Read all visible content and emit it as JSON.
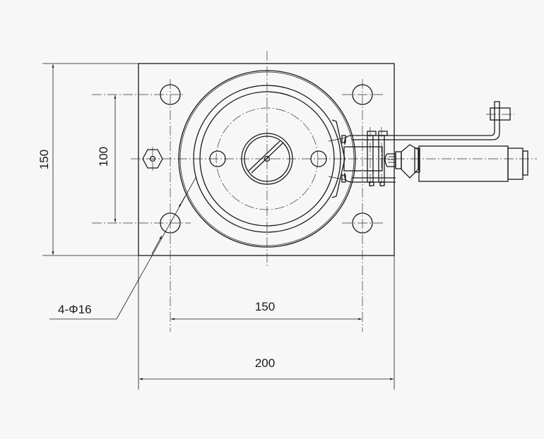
{
  "dimensions": {
    "plate_height": "150",
    "hole_spacing_vertical": "100",
    "hole_spacing_horizontal": "150",
    "plate_width": "200",
    "hole_callout": "4-Φ16"
  }
}
